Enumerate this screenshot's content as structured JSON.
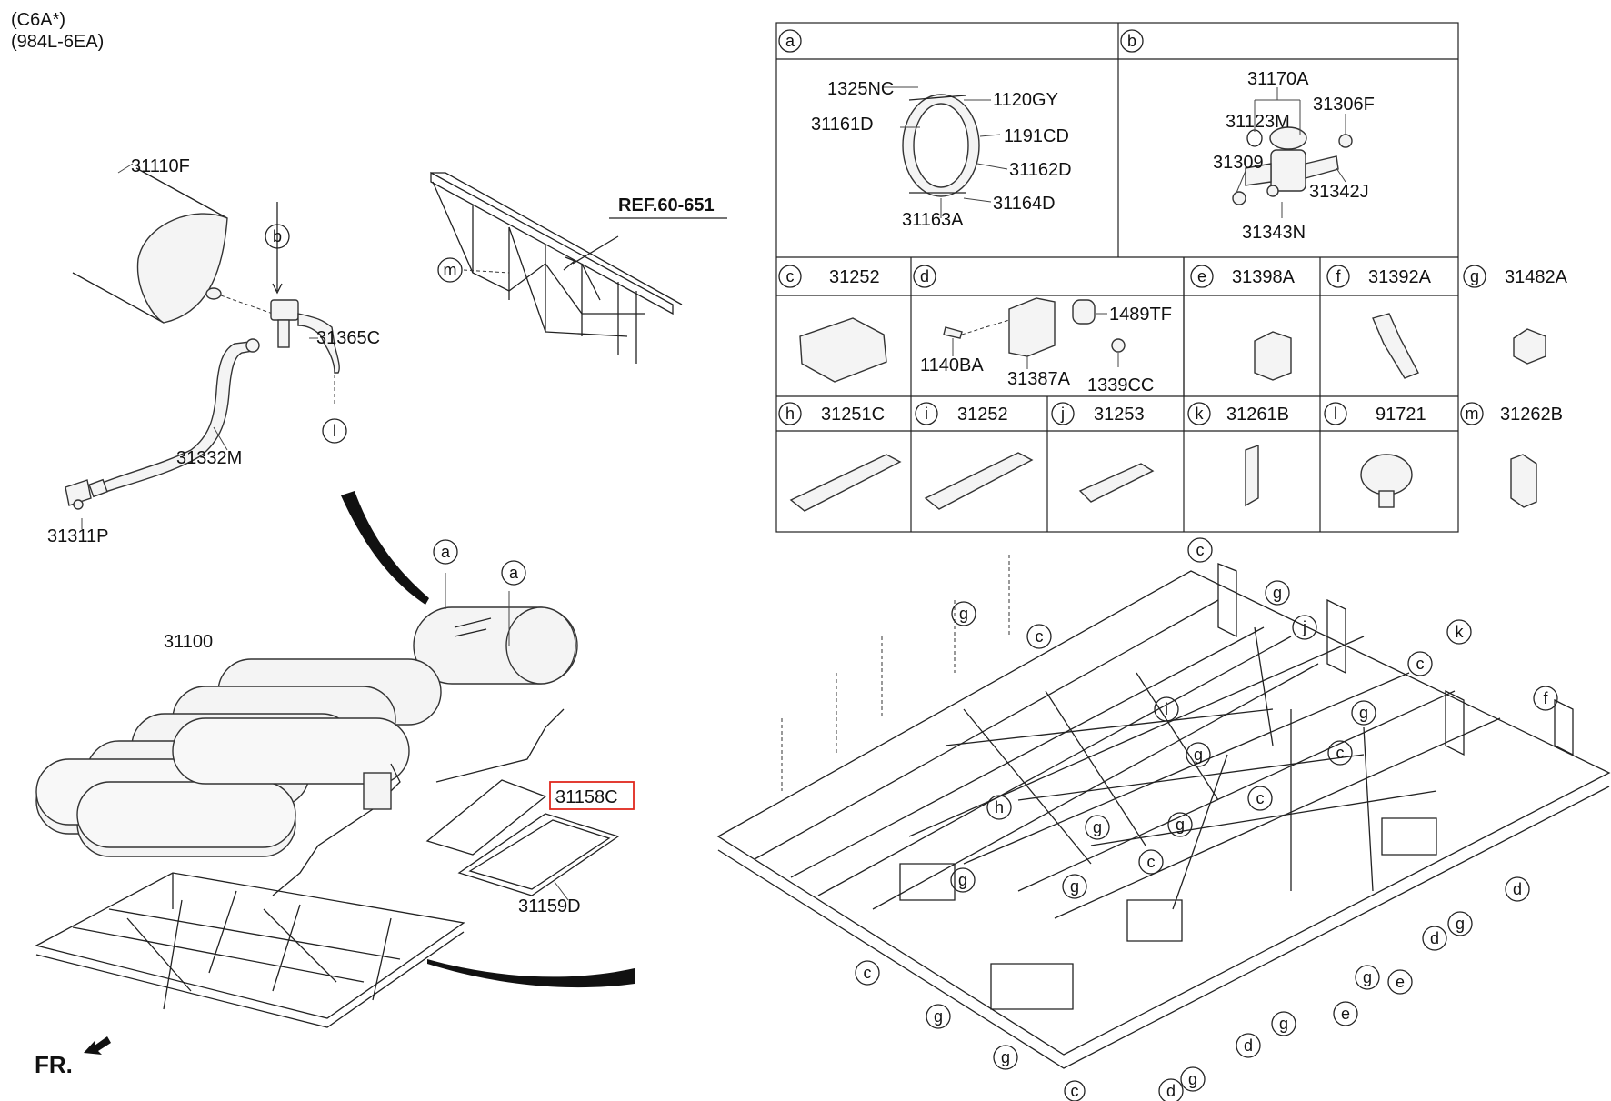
{
  "header": {
    "model": "(C6A*)",
    "engine": "(984L-6EA)"
  },
  "callouts_main": {
    "tank": "31110F",
    "pipe_upper": "31365C",
    "pipe_lower": "31332M",
    "fitting": "31311P",
    "assembly": "31100",
    "highlighted": "31158C",
    "cover": "31159D",
    "ref": "REF.60-651",
    "fr": "FR."
  },
  "highlight_color": "#e0281e",
  "table": {
    "row1": [
      {
        "letter": "a",
        "labels": [
          "1325NC",
          "1120GY",
          "31161D",
          "1191CD",
          "31162D",
          "31164D",
          "31163A"
        ]
      },
      {
        "letter": "b",
        "labels": [
          "31170A",
          "31123M",
          "31306F",
          "31309",
          "31342J",
          "31343N"
        ]
      }
    ],
    "row2": [
      {
        "letter": "c",
        "part": "31252"
      },
      {
        "letter": "d",
        "part": "",
        "labels": [
          "1489TF",
          "1140BA",
          "31387A",
          "1339CC"
        ]
      },
      {
        "letter": "e",
        "part": "31398A"
      },
      {
        "letter": "f",
        "part": "31392A"
      },
      {
        "letter": "g",
        "part": "31482A"
      }
    ],
    "row3": [
      {
        "letter": "h",
        "part": "31251C"
      },
      {
        "letter": "i",
        "part": "31252"
      },
      {
        "letter": "j",
        "part": "31253"
      },
      {
        "letter": "k",
        "part": "31261B"
      },
      {
        "letter": "l",
        "part": "91721"
      },
      {
        "letter": "m",
        "part": "31262B"
      }
    ]
  },
  "letters": {
    "a": "a",
    "b": "b",
    "c": "c",
    "d": "d",
    "e": "e",
    "f": "f",
    "g": "g",
    "h": "h",
    "i": "i",
    "j": "j",
    "k": "k",
    "l": "l",
    "m": "m"
  },
  "icons": [
    "fr-arrow-icon",
    "curved-arrow-icon"
  ]
}
